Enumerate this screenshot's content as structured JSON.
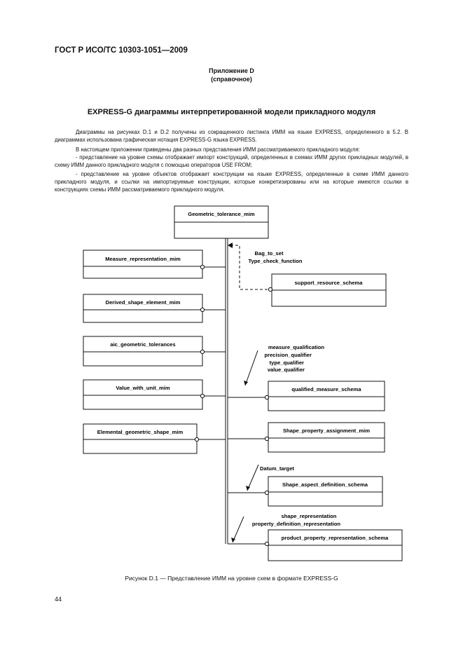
{
  "header": {
    "doc_id": "ГОСТ Р ИСО/ТС 10303-1051—2009"
  },
  "annex": {
    "name": "Приложение D",
    "kind": "(справочное)"
  },
  "title": "EXPRESS-G диаграммы интерпретированной модели прикладного модуля",
  "paragraphs": [
    "Диаграммы на рисунках D.1 и D.2 получены из сокращенного листинга ИММ на языке EXPRESS, определенного в 5.2. В диаграммах использована графическая нотация EXPRESS-G языка EXPRESS.",
    "В настоящем приложении приведены два разных представления ИММ рассматриваемого прикладного модуля:",
    "- представление на уровне схемы отображает импорт конструкций, определенных в схемах ИММ других прикладных модулей, в схему ИММ данного прикладного модуля с помощью операторов USE FROM;",
    "- представление на уровне объектов отображает конструкции на языке EXPRESS, определенные в схеме ИММ данного прикладного модуля, и ссылки на импортируемые конструкции, которые конкретизированы или на которые имеются ссылки в конструкциях схемы ИММ рассматриваемого прикладного модуля."
  ],
  "diagram": {
    "main_schema": "Geometric_tolerance_mim",
    "left_schemas": [
      "Measure_representation_mim",
      "Derived_shape_element_mim",
      "aic_geometric_tolerances",
      "Value_with_unit_mim",
      "Elemental_geometric_shape_mim"
    ],
    "right_schemas": [
      "support_resource_schema",
      "qualified_measure_schema",
      "Shape_property_assignment_mim",
      "Shape_aspect_definition_schema",
      "product_property_representation_schema"
    ],
    "references": [
      [
        "Bag_to_set",
        "Type_check_function"
      ],
      [
        "measure_qualification",
        "precision_qualifier",
        "type_qualifier",
        "value_qualifier"
      ],
      [
        "Datum_target"
      ],
      [
        "shape_representation",
        "property_definition_representation"
      ]
    ]
  },
  "caption": "Рисунок D.1 — Представление ИММ на уровне схем в формате EXPRESS-G",
  "page_number": "44"
}
